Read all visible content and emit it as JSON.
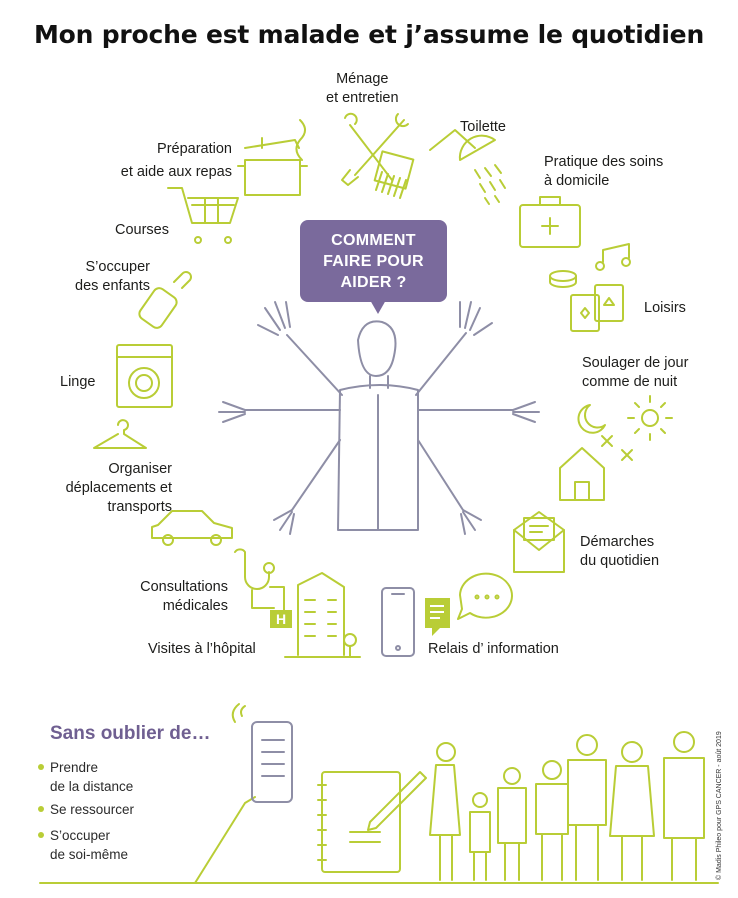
{
  "title": "Mon proche est malade et j’assume le quotidien",
  "bubble": "COMMENT FAIRE POUR AIDER ?",
  "tasks": {
    "menage": "Ménage\net entretien",
    "toilette": "Toilette",
    "soins": "Pratique des soins\nà domicile",
    "loisirs": "Loisirs",
    "soulager": "Soulager de jour\ncomme de nuit",
    "demarches": "Démarches\ndu quotidien",
    "relais": "Relais d’ information",
    "visites": "Visites à l’hôpital",
    "consultations": "Consultations\nmédicales",
    "deplacements": "Organiser\ndéplacements et\ntransports",
    "linge": "Linge",
    "enfants": "S’occuper\ndes enfants",
    "courses": "Courses",
    "repas": "Préparation\net aide aux repas"
  },
  "hospital_sign": "H",
  "sans_oublier": {
    "title": "Sans oublier de…",
    "items": [
      "Prendre\nde la distance",
      "Se ressourcer",
      "S’occuper\nde soi-même"
    ]
  },
  "credit": "© Madis Phileo pour GPS CANCER - août 2019",
  "colors": {
    "green": "#b9cd36",
    "grey": "#8e8ea6",
    "purple": "#7a6a9c"
  }
}
